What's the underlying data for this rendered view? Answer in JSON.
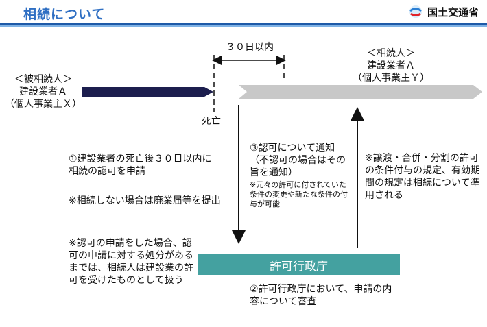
{
  "header": {
    "title": "相続について",
    "ministry": "国土交通省"
  },
  "left_party": {
    "lines": [
      "＜被相続人＞",
      "建設業者Ａ",
      "（個人事業主Ｘ）"
    ]
  },
  "right_party": {
    "lines": [
      "＜相続人＞",
      "建設業者Ａ",
      "（個人事業主Ｙ）"
    ]
  },
  "period_label": "３０日以内",
  "death_label": "死亡",
  "step1": "①建設業者の死亡後３０日以内に相続の認可を申請",
  "note_no_inherit": "※相続しない場合は廃業届等を提出",
  "note_application": "※認可の申請をした場合、認可の申請に対する処分があるまでは、相続人は建設業の許可を受けたものとして扱う",
  "step3_title": "③認可について通知",
  "step3_sub": "（不認可の場合はその旨を通知）",
  "step3_note": "※元々の許可に付されていた条件の変更や新たな条件の付与が可能",
  "note_transfer": "※譲渡・合併・分割の許可の条件付与の規定、有効期間の規定は相続について準用される",
  "authority_box": "許可行政庁",
  "step2": "②許可行政庁において、申請の内容について審査",
  "colors": {
    "title_blue": "#2f6fc3",
    "navy_arrow": "#1c1e4e",
    "gray_arrow": "#c8c8c8",
    "teal_box": "#44a1a0"
  }
}
